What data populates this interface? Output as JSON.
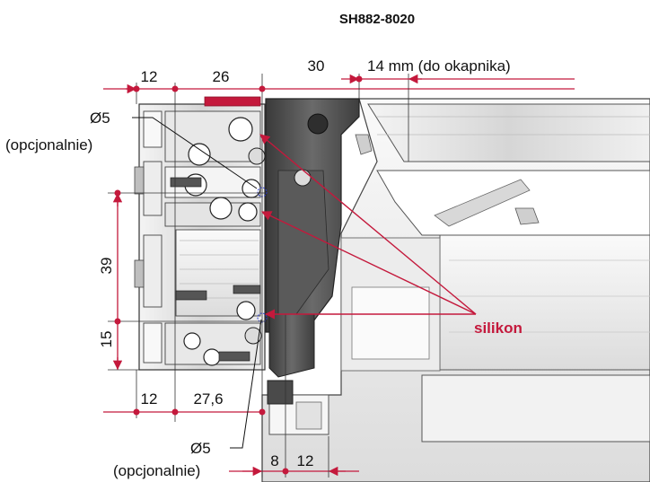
{
  "title": "SH882-8020",
  "dimensions": {
    "top_12": "12",
    "top_26": "26",
    "top_30": "30",
    "top_14": "14 mm (do okapnika)",
    "left_39": "39",
    "left_15": "15",
    "bottom_12": "12",
    "bottom_27_6": "27,6",
    "bottom_8": "8",
    "bottom_12b": "12"
  },
  "annotations": {
    "hole_top": "Ø5",
    "optional_top": "(opcjonalnie)",
    "hole_bottom": "Ø5",
    "optional_bottom": "(opcjonalnie)",
    "sealant": "silikon"
  },
  "colors": {
    "sealant": "#c4193c",
    "dimension": "#c4193c",
    "profile_dark": "#4a4a4a",
    "profile_light": "#e6e6e6"
  }
}
